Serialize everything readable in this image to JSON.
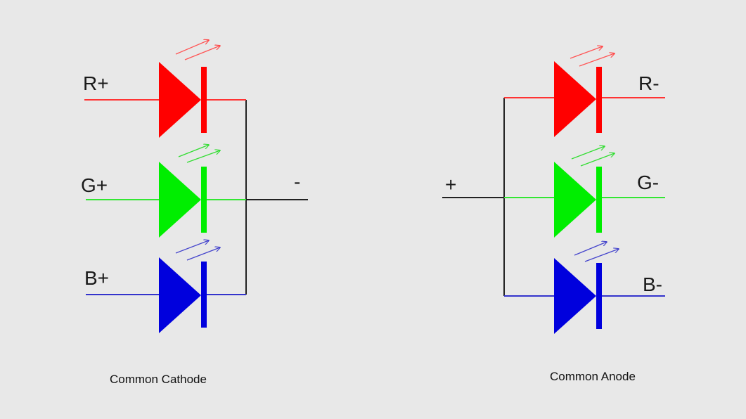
{
  "colors": {
    "background": "#e8e8e8",
    "wire_common": "#222222",
    "red": "#ff0000",
    "green": "#00ee00",
    "blue": "#0000dd"
  },
  "common_cathode": {
    "caption": "Common Cathode",
    "common_label": "-",
    "leds": [
      {
        "label": "R+",
        "color": "red"
      },
      {
        "label": "G+",
        "color": "green"
      },
      {
        "label": "B+",
        "color": "blue"
      }
    ]
  },
  "common_anode": {
    "caption": "Common Anode",
    "common_label": "+",
    "leds": [
      {
        "label": "R-",
        "color": "red"
      },
      {
        "label": "G-",
        "color": "green"
      },
      {
        "label": "B-",
        "color": "blue"
      }
    ]
  }
}
